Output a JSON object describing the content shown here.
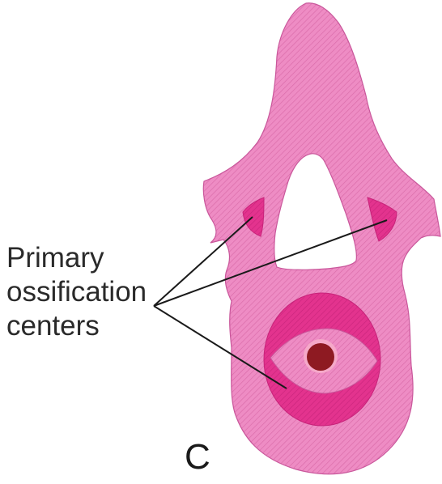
{
  "figure": {
    "panel_letter": "C",
    "label_lines": [
      "Primary",
      "ossification",
      "centers"
    ]
  },
  "colors": {
    "background": "#ffffff",
    "cartilage": "#ee8cc4",
    "cartilage_hatch": "#d96aa8",
    "ossification_center": "#e3338e",
    "notochord_space": "#ffffff",
    "notochord_remnant": "#8e1a22",
    "leader_line": "#1a1a1a",
    "text": "#2a2a2a"
  },
  "icons": {
    "vertebra": "vertebra-cartilage-model-icon",
    "ossification_center": "ossification-center-icon",
    "notochord": "notochord-remnant-icon"
  }
}
